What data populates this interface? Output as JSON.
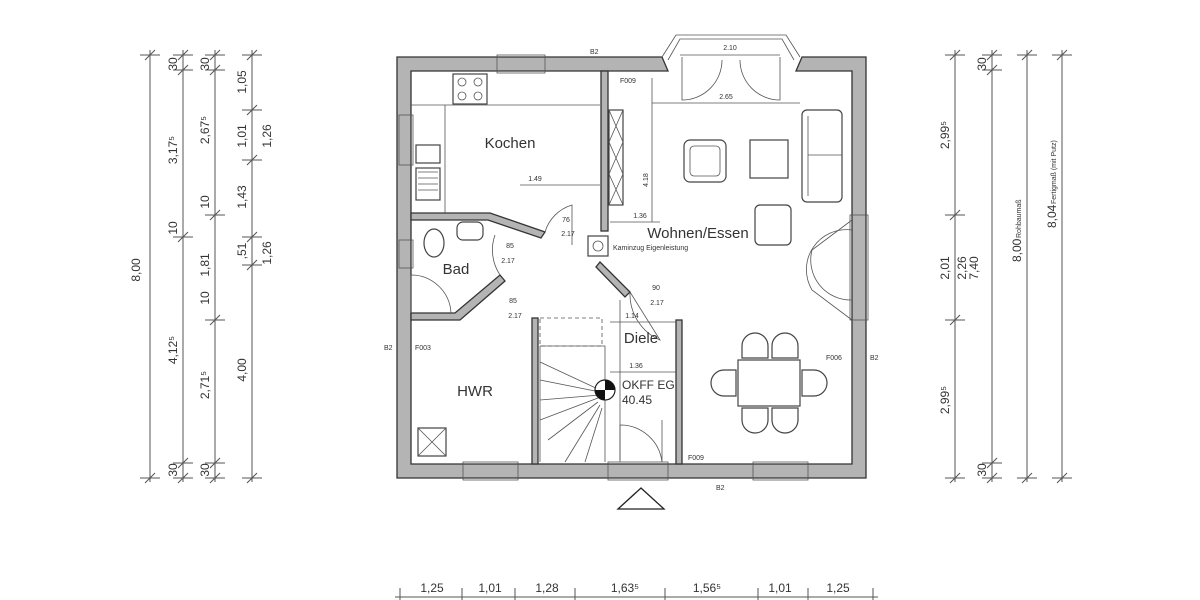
{
  "rooms": {
    "kitchen": "Kochen",
    "bath": "Bad",
    "utility": "HWR",
    "living": "Wohnen/Essen",
    "chimney_note": "Kaminzug Eigenleistung",
    "hall": "Diele",
    "floor_level_label": "OKFF EG",
    "floor_level_value": "40.45"
  },
  "interior_dims": {
    "kitchen_width": "1.49",
    "living_height": "4.18",
    "living_side": "1.36",
    "living_width": "2.65",
    "bay_width": "2.10",
    "hall_top": "1.14",
    "hall_width": "1.36",
    "door_bath_a": "85",
    "door_bath_b": "2.17",
    "door_hwr_a": "85",
    "door_hwr_b": "2.17",
    "door_kitchen_a": "76",
    "door_kitchen_b": "2.17",
    "door_living_a": "90",
    "door_living_b": "2.17",
    "window_tags": [
      "F009",
      "F003",
      "F006",
      "F009"
    ],
    "wall_tags": [
      "B2",
      "B2",
      "B2",
      "B2"
    ]
  },
  "left_dims": {
    "total": "8,00",
    "col2": [
      "30",
      "3,17⁵",
      "10",
      "4,12⁵",
      "30"
    ],
    "col3": [
      "30",
      "2,67⁵",
      "10",
      "1,81",
      "10",
      "2,71⁵",
      "30"
    ],
    "col4": [
      "1,05",
      "1,01",
      "1,43",
      ",51",
      "4,00"
    ],
    "col4_side": [
      "1,26",
      "1,26"
    ]
  },
  "right_dims": {
    "col1": [
      "2,99⁵",
      "2,01",
      "2,99⁵"
    ],
    "col2": [
      "30",
      "2,26",
      "7,40",
      "30"
    ],
    "rough": "8,00",
    "rough_note": "Rohbaumaß",
    "finished": "8,04",
    "finished_note": "Fertigmaß (mit Putz)"
  },
  "bottom_dims": [
    "1,25",
    "1,01",
    "1,28",
    "1,63⁵",
    "1,56⁵",
    "1,01",
    "1,25"
  ]
}
